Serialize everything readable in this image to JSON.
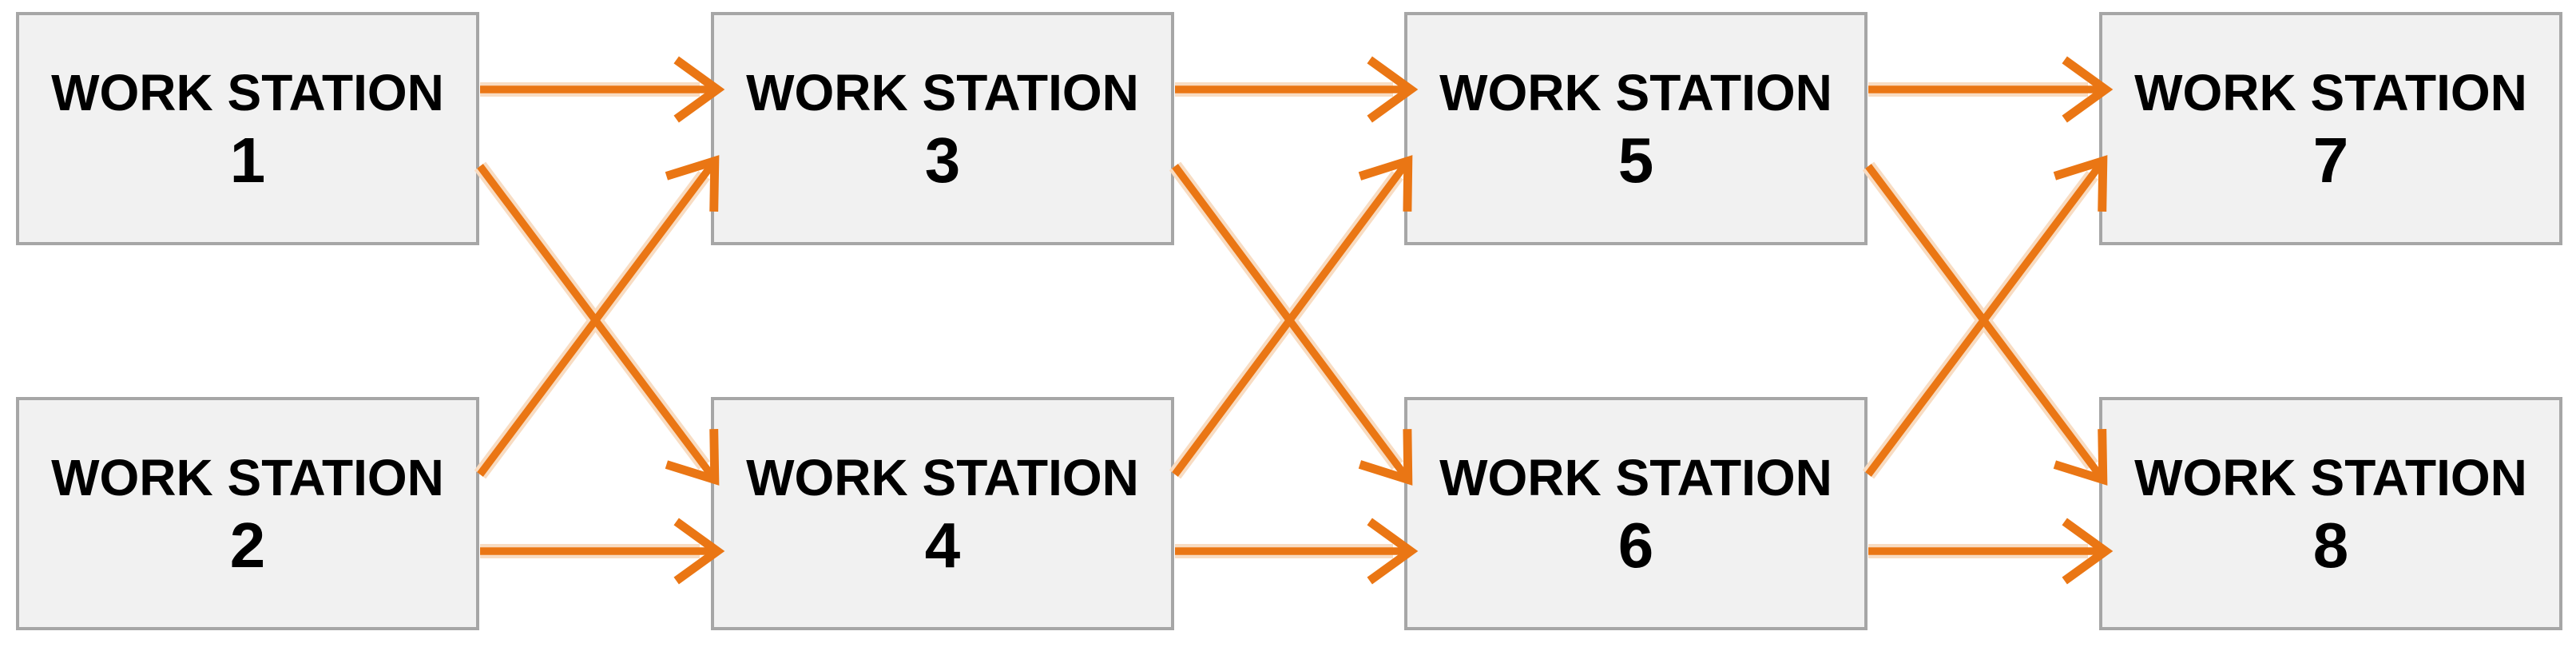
{
  "diagram": {
    "type": "process-flow",
    "stations": [
      {
        "id": "1",
        "label": "WORK STATION",
        "number": "1",
        "row": 0,
        "col": 0
      },
      {
        "id": "2",
        "label": "WORK STATION",
        "number": "2",
        "row": 1,
        "col": 0
      },
      {
        "id": "3",
        "label": "WORK STATION",
        "number": "3",
        "row": 0,
        "col": 1
      },
      {
        "id": "4",
        "label": "WORK STATION",
        "number": "4",
        "row": 1,
        "col": 1
      },
      {
        "id": "5",
        "label": "WORK STATION",
        "number": "5",
        "row": 0,
        "col": 2
      },
      {
        "id": "6",
        "label": "WORK STATION",
        "number": "6",
        "row": 1,
        "col": 2
      },
      {
        "id": "7",
        "label": "WORK STATION",
        "number": "7",
        "row": 0,
        "col": 3
      },
      {
        "id": "8",
        "label": "WORK STATION",
        "number": "8",
        "row": 1,
        "col": 3
      }
    ],
    "connections": [
      {
        "from": "1",
        "to": "3"
      },
      {
        "from": "1",
        "to": "4"
      },
      {
        "from": "2",
        "to": "3"
      },
      {
        "from": "2",
        "to": "4"
      },
      {
        "from": "3",
        "to": "5"
      },
      {
        "from": "3",
        "to": "6"
      },
      {
        "from": "4",
        "to": "5"
      },
      {
        "from": "4",
        "to": "6"
      },
      {
        "from": "5",
        "to": "7"
      },
      {
        "from": "5",
        "to": "8"
      },
      {
        "from": "6",
        "to": "7"
      },
      {
        "from": "6",
        "to": "8"
      }
    ],
    "colors": {
      "arrow": "#EA7614",
      "arrow_halo": "#F8DCC2",
      "box_fill": "#F1F1F1",
      "box_border": "#A6A6A6",
      "text": "#000000",
      "background": "#FFFFFF"
    }
  }
}
